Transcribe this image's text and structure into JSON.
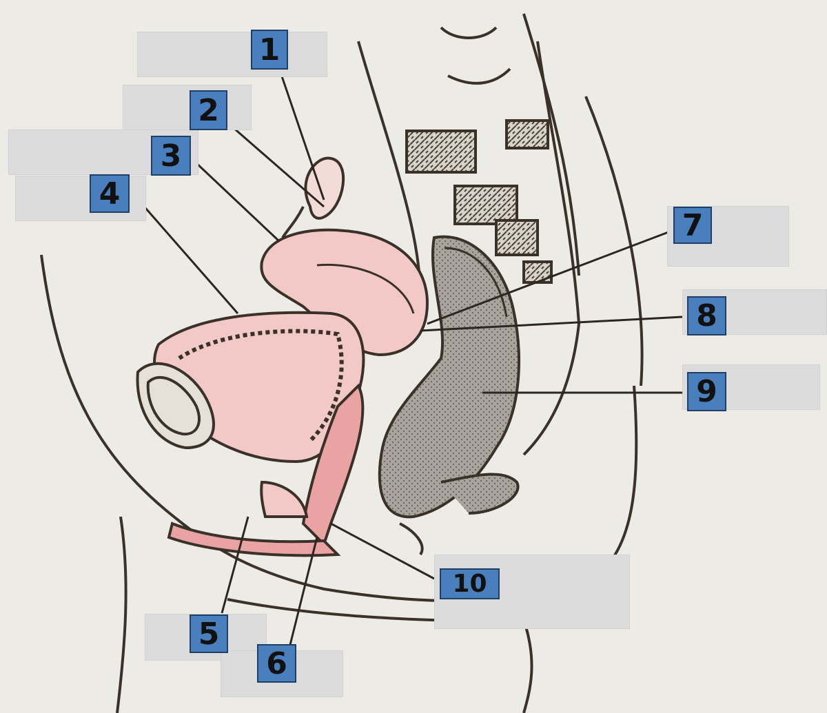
{
  "labels": [
    {
      "id": "1",
      "text": "1"
    },
    {
      "id": "2",
      "text": "2"
    },
    {
      "id": "3",
      "text": "3"
    },
    {
      "id": "4",
      "text": "4"
    },
    {
      "id": "5",
      "text": "5"
    },
    {
      "id": "6",
      "text": "6"
    },
    {
      "id": "7",
      "text": "7"
    },
    {
      "id": "8",
      "text": "8"
    },
    {
      "id": "9",
      "text": "9"
    },
    {
      "id": "10",
      "text": "10"
    }
  ],
  "colors": {
    "background": "#ecebe6",
    "outline": "#3a3128",
    "tissue_pink": "#f2c9c6",
    "muscle_pink": "#e9a3a3",
    "bowel_gray": "#a9a49e",
    "badge_fill": "#4a7fbd",
    "answer_box": "#dcdcdc"
  }
}
